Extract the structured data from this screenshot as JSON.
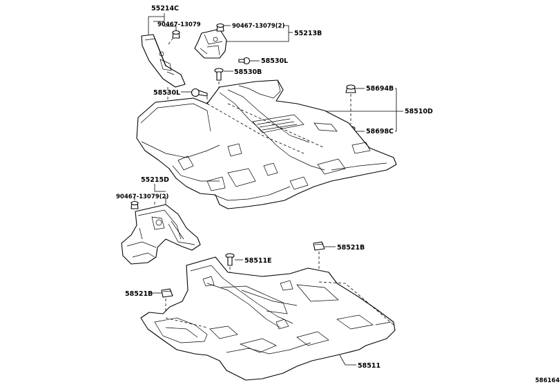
{
  "labels": {
    "p55214C": "55214C",
    "p90467_a": "90467-13079",
    "p90467_b": "90467-13079(2)",
    "p55213B": "55213B",
    "p58530L_top": "58530L",
    "p58530B": "58530B",
    "p58530L_left": "58530L",
    "p58694B": "58694B",
    "p58510D": "58510D",
    "p58698C": "58698C",
    "p55215D": "55215D",
    "p90467_c": "90467-13079(2)",
    "p58521B_top": "58521B",
    "p58511E": "58511E",
    "p58521B_left": "58521B",
    "p58511": "58511",
    "ref": "586164"
  }
}
